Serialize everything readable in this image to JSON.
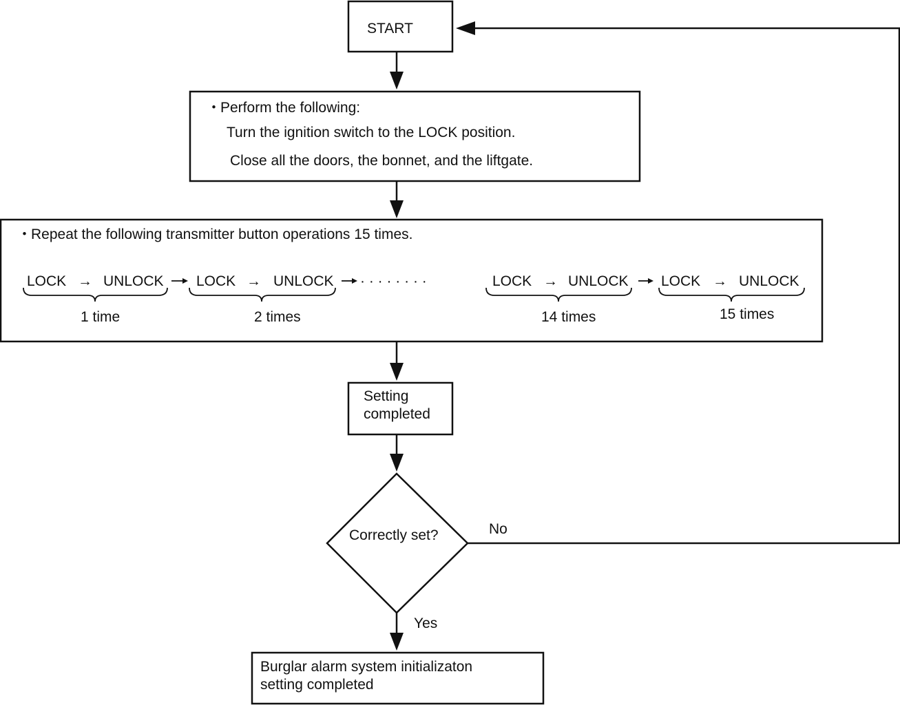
{
  "nodes": {
    "start": {
      "label": "START"
    },
    "prep": {
      "bullet": "・",
      "title": "Perform the following:",
      "line1": "Turn the ignition switch to the LOCK position.",
      "line2": "Close all the doors, the bonnet, and the liftgate."
    },
    "repeat": {
      "bullet": "・",
      "title": "Repeat the following transmitter button operations 15 times.",
      "sequence": [
        {
          "lock": "LOCK",
          "arrow": "→",
          "unlock": "UNLOCK",
          "count": "1 time"
        },
        {
          "lock": "LOCK",
          "arrow": "→",
          "unlock": "UNLOCK",
          "count": "2 times"
        },
        {
          "lock": "LOCK",
          "arrow": "→",
          "unlock": "UNLOCK",
          "count": "14 times"
        },
        {
          "lock": "LOCK",
          "arrow": "→",
          "unlock": "UNLOCK",
          "count": "15 times"
        }
      ],
      "ellipsis": "· · · · · · · ·"
    },
    "setting": {
      "line1": "Setting",
      "line2": "completed"
    },
    "decision": {
      "label": "Correctly set?"
    },
    "final": {
      "line1": "Burglar alarm system initializaton",
      "line2": "setting completed"
    }
  },
  "edges": {
    "no_label": "No",
    "yes_label": "Yes"
  }
}
